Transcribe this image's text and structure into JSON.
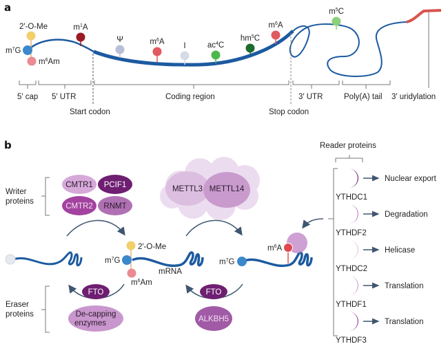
{
  "panel_a": {
    "label": "a",
    "cap_labels": {
      "top": "2′-O-Me",
      "left": "m7G",
      "bottom": "m6Am"
    },
    "modifications": [
      {
        "name": "m1A",
        "base": "m",
        "sup": "1",
        "tail": "A",
        "color": "#9b1b24"
      },
      {
        "name": "Psi",
        "base": "Ψ",
        "sup": "",
        "tail": "",
        "color": "#b9bfd6"
      },
      {
        "name": "m6A",
        "base": "m",
        "sup": "6",
        "tail": "A",
        "color": "#e05a5f"
      },
      {
        "name": "I",
        "base": "I",
        "sup": "",
        "tail": "",
        "color": "#d6dbe6"
      },
      {
        "name": "ac4C",
        "base": "ac",
        "sup": "4",
        "tail": "C",
        "color": "#4bb84b"
      },
      {
        "name": "hm5C",
        "base": "hm",
        "sup": "5",
        "tail": "C",
        "color": "#1e6b2e"
      },
      {
        "name": "m6A-2",
        "base": "m",
        "sup": "6",
        "tail": "A",
        "color": "#e05a5f"
      },
      {
        "name": "m5C",
        "base": "m",
        "sup": "5",
        "tail": "C",
        "color": "#8cd07a"
      }
    ],
    "regions": [
      "5′ cap",
      "5′ UTR",
      "Coding region",
      "3′ UTR",
      "Poly(A) tail",
      "3′ uridylation"
    ],
    "codons": {
      "start": "Start codon",
      "stop": "Stop codon"
    }
  },
  "panel_b": {
    "label": "b",
    "writer_label": [
      "Writer",
      "proteins"
    ],
    "eraser_label": [
      "Eraser",
      "proteins"
    ],
    "reader_label": "Reader proteins",
    "writers": [
      "CMTR1",
      "PCIF1",
      "CMTR2",
      "RNMT"
    ],
    "methyltransferase_complex": [
      "METTL3",
      "METTL14"
    ],
    "erasers_cap": [
      "FTO",
      "De-capping",
      "enzymes"
    ],
    "erasers_m6a": [
      "FTO",
      "ALKBH5"
    ],
    "mrna_label": "mRNA",
    "cap_labels": {
      "top": "2′-O-Me",
      "left": "m7G",
      "bottom": "m6Am"
    },
    "m7g_label": "m7G",
    "m6a_label": "m6A",
    "readers": [
      {
        "name": "YTHDC1",
        "function": "Nuclear export",
        "color": "#6a1f6e"
      },
      {
        "name": "YTHDF2",
        "function": "Degradation",
        "color": "#c07fc4"
      },
      {
        "name": "YTHDC2",
        "function": "Helicase",
        "color": "#e3c6e4"
      },
      {
        "name": "YTHDF1",
        "function": "Translation",
        "color": "#caa0cc"
      },
      {
        "name": "YTHDF3",
        "function": "Translation",
        "color": "#93409a"
      }
    ]
  },
  "colors": {
    "rna": "#1c5aa0",
    "uridylation": "#d9534f",
    "arrow": "#3f5670",
    "bracket": "#777777"
  }
}
